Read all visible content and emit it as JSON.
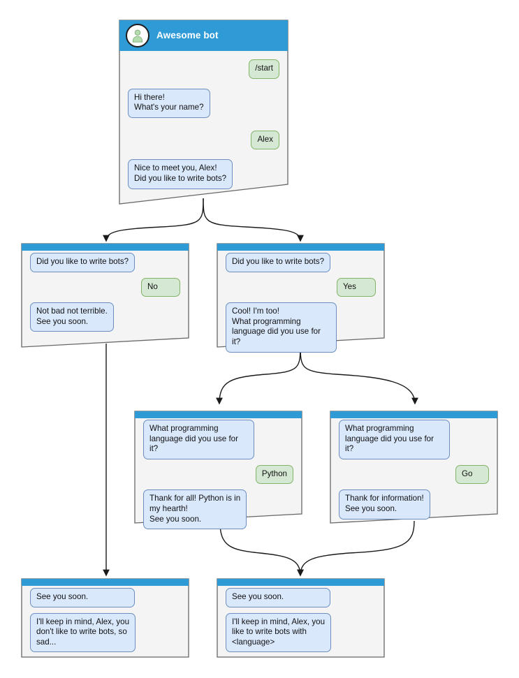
{
  "diagram": {
    "title": "Awesome bot chat flow",
    "colors": {
      "header_blue": "#2e9bd6",
      "card_body": "#f4f4f4",
      "card_border": "#666666",
      "bot_bubble_bg": "#dae8fc",
      "bot_bubble_border": "#6c8ebf",
      "user_bubble_bg": "#d5e8d4",
      "user_bubble_border": "#82b366",
      "edge": "#1a1a1a",
      "avatar_fill": "#ffffff",
      "avatar_person": "#b5dcae"
    }
  },
  "cards": {
    "start": {
      "name": "start-card",
      "title": "Awesome bot",
      "avatar_icon": "person-icon",
      "messages": [
        {
          "side": "user",
          "text": "/start"
        },
        {
          "side": "bot",
          "text": "Hi there!\nWhat's your name?"
        },
        {
          "side": "user",
          "text": "Alex"
        },
        {
          "side": "bot",
          "text": "Nice to meet you, Alex!\nDid you like to write bots?"
        }
      ]
    },
    "no_branch": {
      "name": "no-branch-card",
      "messages": [
        {
          "side": "bot",
          "text": "Did you like to write bots?"
        },
        {
          "side": "user",
          "text": "No"
        },
        {
          "side": "bot",
          "text": "Not bad not terrible.\nSee you soon."
        }
      ]
    },
    "yes_branch": {
      "name": "yes-branch-card",
      "messages": [
        {
          "side": "bot",
          "text": "Did you like to write bots?"
        },
        {
          "side": "user",
          "text": "Yes"
        },
        {
          "side": "bot",
          "text": "Cool! I'm too!\nWhat programming\nlanguage did you use for it?"
        }
      ]
    },
    "python_branch": {
      "name": "python-branch-card",
      "messages": [
        {
          "side": "bot",
          "text": "What programming\nlanguage did you use for it?"
        },
        {
          "side": "user",
          "text": "Python"
        },
        {
          "side": "bot",
          "text": "Thank for all! Python is in\nmy hearth!\nSee you soon."
        }
      ]
    },
    "go_branch": {
      "name": "go-branch-card",
      "messages": [
        {
          "side": "bot",
          "text": "What programming\nlanguage did you use for it?"
        },
        {
          "side": "user",
          "text": "Go"
        },
        {
          "side": "bot",
          "text": "Thank for information!\nSee you soon."
        }
      ]
    },
    "end_sad": {
      "name": "end-sad-card",
      "messages": [
        {
          "side": "bot",
          "text": "See you soon."
        },
        {
          "side": "bot",
          "text": "I'll keep in mind, Alex, you\ndon't like to write bots, so\nsad..."
        }
      ]
    },
    "end_happy": {
      "name": "end-happy-card",
      "messages": [
        {
          "side": "bot",
          "text": "See you soon."
        },
        {
          "side": "bot",
          "text": "I'll keep in mind, Alex, you\nlike to write bots with\n<language>"
        }
      ]
    }
  }
}
